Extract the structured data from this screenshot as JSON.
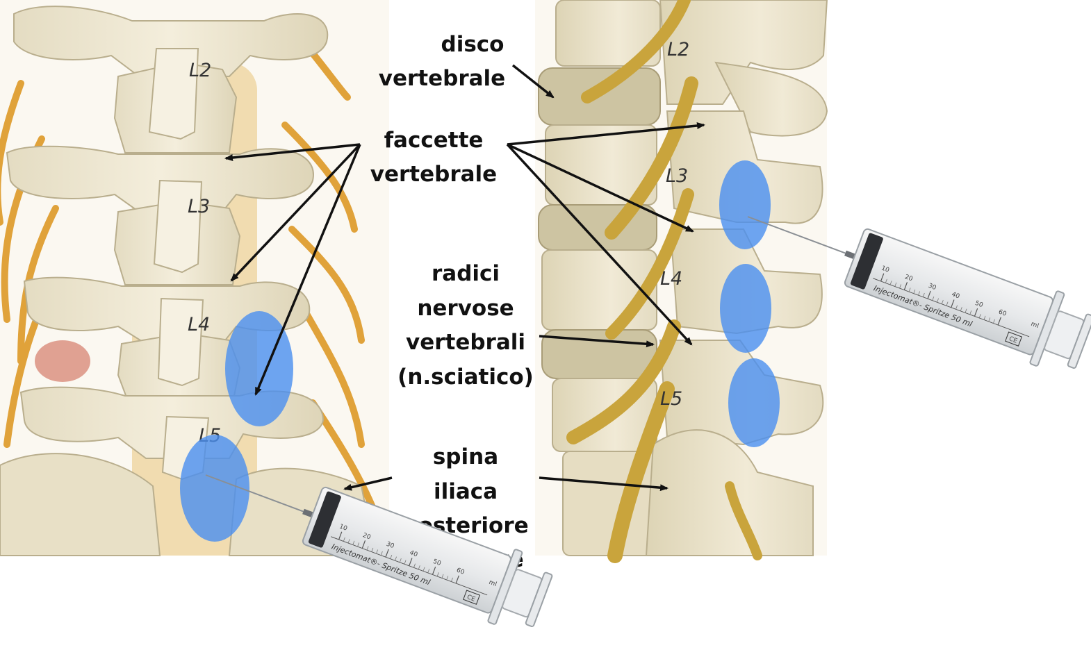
{
  "vertebra_labels": {
    "left": [
      "L2",
      "L3",
      "L4",
      "L5"
    ],
    "right": [
      "L2",
      "L3",
      "L4",
      "L5"
    ]
  },
  "labels": {
    "disc": [
      "disco",
      "vertebrale"
    ],
    "facets": [
      "faccette",
      "vertebrale"
    ],
    "nerves": [
      "radici",
      "nervose",
      "vertebrali",
      "(n.sciatico)"
    ],
    "iliac": [
      "spina",
      "iliaca",
      "posteriore",
      "superiore"
    ]
  },
  "syringe": {
    "brand": "Injectomat®- Spritze 50 ml",
    "ticks": [
      "10",
      "20",
      "30",
      "40",
      "50",
      "60"
    ],
    "unit": "ml",
    "ce": "CE"
  },
  "colors": {
    "bone": "#efe8d2",
    "bone_shadow": "#cfc5a6",
    "nerve": "#c9a43c",
    "injection_zone": "#4a8ff0",
    "arrow": "#111111"
  }
}
